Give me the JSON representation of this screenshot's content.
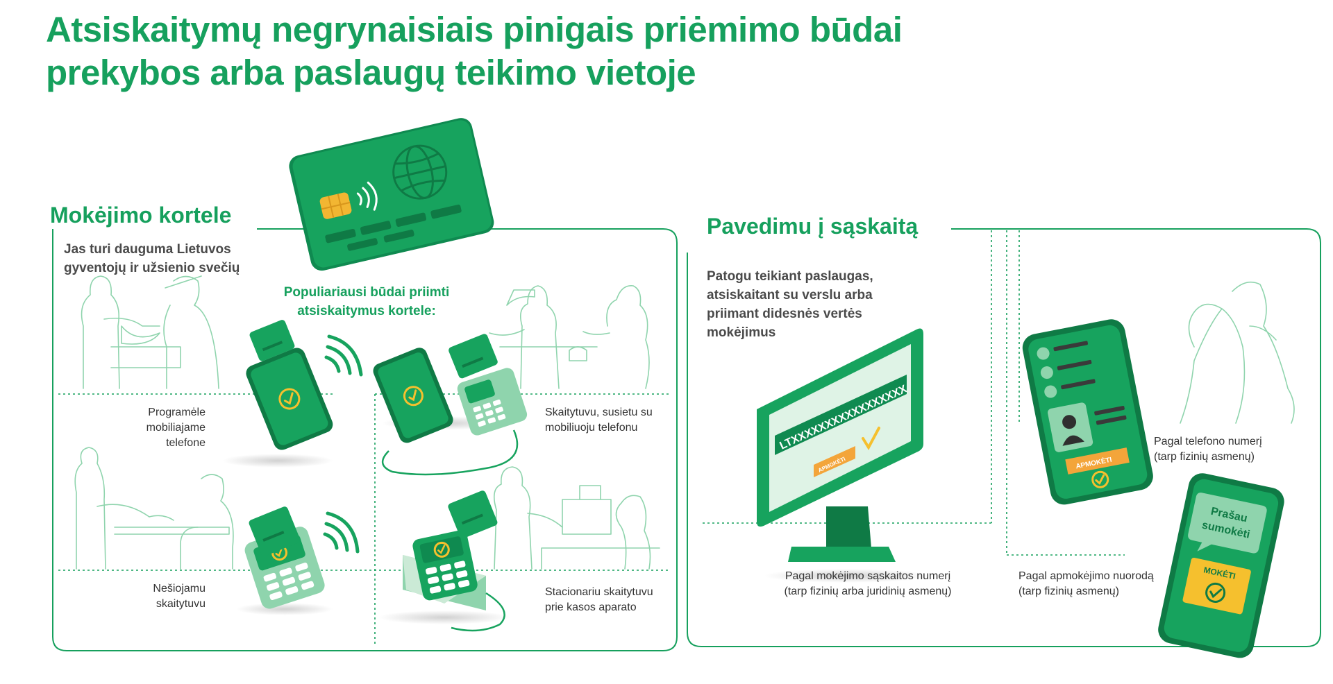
{
  "title": {
    "line1": "Atsiskaitymų negrynaisiais pinigais priėmimo būdai",
    "line2": "prekybos arba paslaugų teikimo vietoje"
  },
  "card_section": {
    "title": "Mokėjimo kortele",
    "desc_line1": "Jas turi dauguma Lietuvos",
    "desc_line2": "gyventojų ir užsienio svečių",
    "popular_line1": "Populiariausi būdai priimti",
    "popular_line2": "atsiskaitymus kortele:",
    "methods": [
      {
        "line1": "Programėle",
        "line2": "mobiliajame",
        "line3": "telefone"
      },
      {
        "line1": "Skaitytuvu, susietu su",
        "line2": "mobiliuoju telefonu"
      },
      {
        "line1": "Nešiojamu",
        "line2": "skaitytuvu"
      },
      {
        "line1": "Stacionariu skaitytuvu",
        "line2": "prie kasos aparato"
      }
    ]
  },
  "transfer_section": {
    "title": "Pavedimu į sąskaitą",
    "desc_line1": "Patogu teikiant paslaugas,",
    "desc_line2": "atsiskaitant su verslu arba",
    "desc_line3": "priimant didesnės vertės",
    "desc_line4": "mokėjimus",
    "methods": [
      {
        "line1": "Pagal mokėjimo sąskaitos numerį",
        "line2": "(tarp fizinių arba juridinių asmenų)"
      },
      {
        "line1": "Pagal telefono numerį",
        "line2": "(tarp fizinių asmenų)"
      },
      {
        "line1": "Pagal apmokėjimo nuorodą",
        "line2": "(tarp fizinių asmenų)"
      }
    ]
  },
  "illustration": {
    "account_number": "LTXXXXXXXXXXXXXXXXX",
    "pay_button": "APMOKĖTI",
    "phone_pay_button": "APMOKĖTI",
    "bubble_line1": "Prašau",
    "bubble_line2": "sumokėti",
    "moketi_button": "MOKĖTI"
  },
  "colors": {
    "brand_green": "#16a05d",
    "dark_green": "#0f7a45",
    "light_green": "#8fd4ad",
    "pale_green": "#dff3e6",
    "yellow": "#f5c02e",
    "orange": "#f3a53a"
  },
  "icons": [
    "credit-card-icon",
    "contactless-icon",
    "check-icon",
    "globe-icon",
    "person-icon"
  ]
}
